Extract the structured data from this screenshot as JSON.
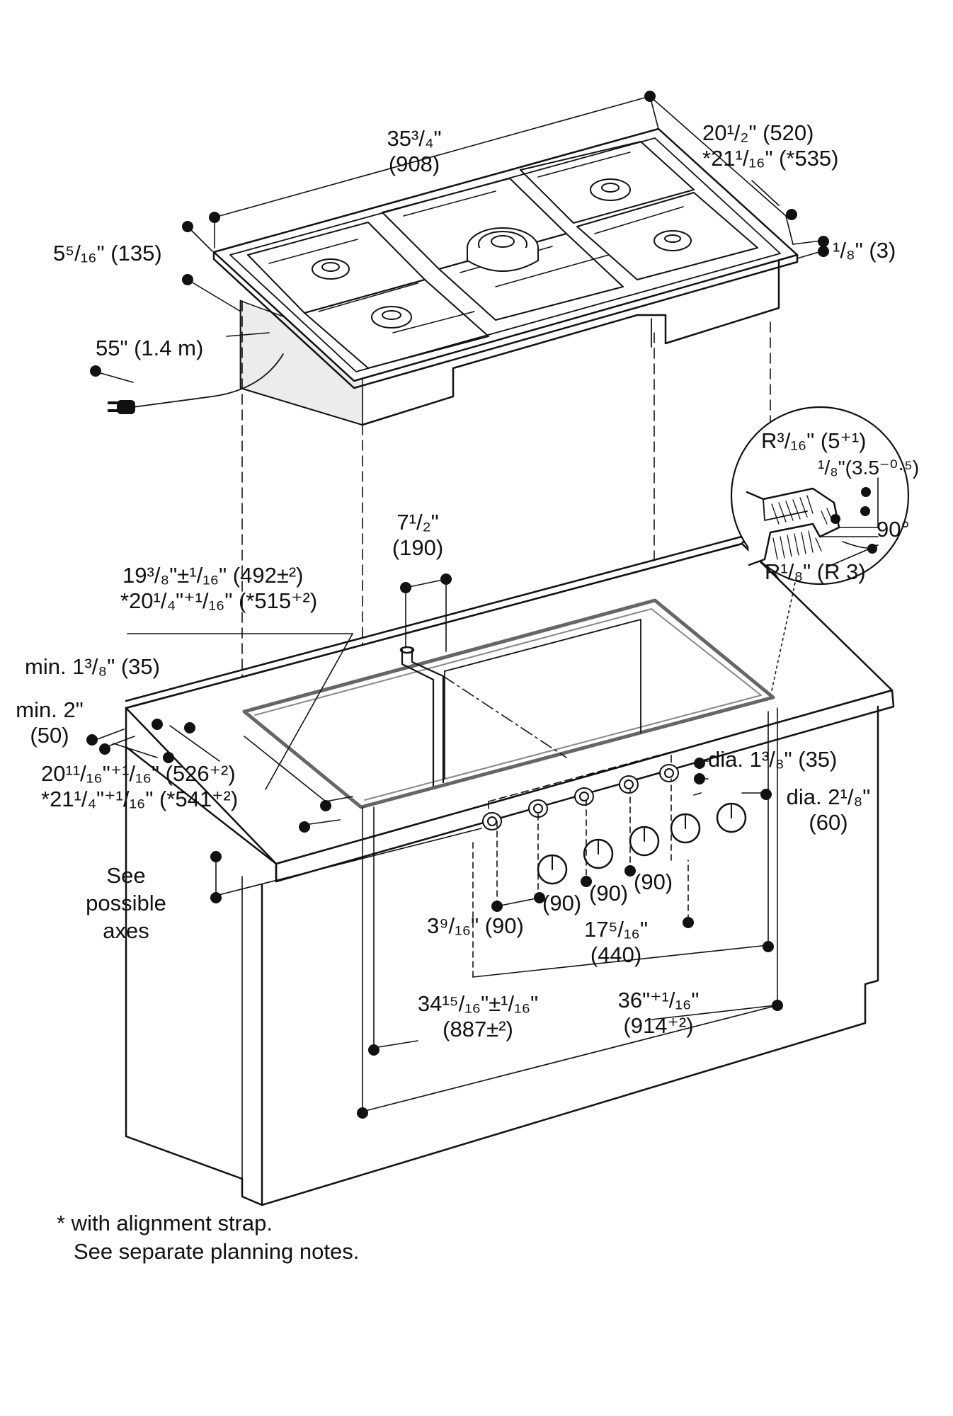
{
  "title": "",
  "dimensions": {
    "top_width_frac": "35³/₄\"",
    "top_width_mm": "(908)",
    "top_depth_frac": "20¹/₂\" (520)",
    "top_depth_strap": "*21¹/₁₆\" (*535)",
    "height_total": "5⁵/₁₆\" (135)",
    "thickness": "¹/₈\" (3)",
    "cord_length": "55\" (1.4 m)",
    "gas_offset_frac": "7¹/₂\"",
    "gas_offset_mm": "(190)",
    "cutout_depth_frac": "19³/₈\"±¹/₁₆\" (492±²)",
    "cutout_depth_strap": "*20¹/₄\"⁺¹/₁₆\" (*515⁺²)",
    "min_front": "min. 1³/₈\" (35)",
    "min_back_frac": "min. 2\"",
    "min_back_mm": "(50)",
    "cutout_front_frac": "20¹¹/₁₆\"⁺¹/₁₆\" (526⁺²)",
    "cutout_front_strap": "*21¹/₄\"⁺¹/₁₆\" (*541⁺²)",
    "knob_hole_dia": "dia. 1³/₈\" (35)",
    "knob_dia_frac": "dia. 2¹/₈\"",
    "knob_dia_mm": "(60)",
    "knob_spacing_1": "(90)",
    "knob_spacing_2": "(90)",
    "knob_spacing_3": "(90)",
    "knob_first": "3⁹/₁₆\" (90)",
    "knob_span_frac": "17⁵/₁₆\"",
    "knob_span_mm": "(440)",
    "cutout_width_frac": "34¹⁵/₁₆\"±¹/₁₆\"",
    "cutout_width_mm": "(887±²)",
    "cabinet_width_frac": "36\"⁺¹/₁₆\"",
    "cabinet_width_mm": "(914⁺²)",
    "see_axes": "See possible axes",
    "detail_radius_top": "R³/₁₆\" (5⁺¹)",
    "detail_depth": "¹/₈\"(3.5⁻⁰·⁵)",
    "detail_angle": "90°",
    "detail_radius_bottom": "R¹/₈\" (R 3)"
  },
  "footnote": {
    "line1": "* with alignment strap.",
    "line2": "See separate planning notes."
  }
}
